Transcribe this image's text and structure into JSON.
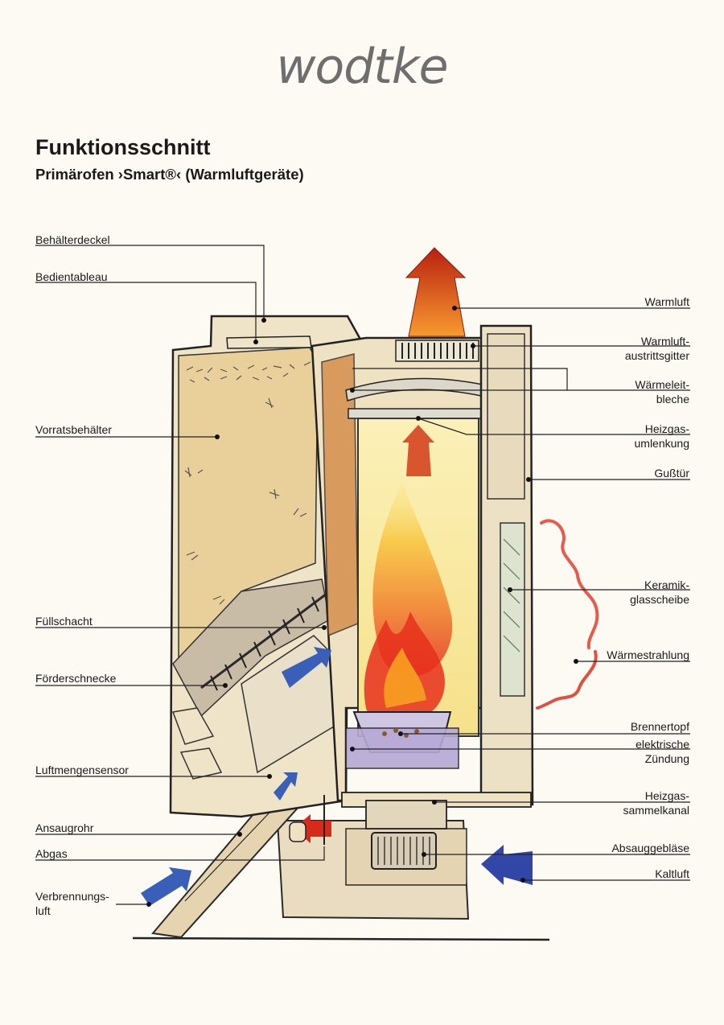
{
  "brand": "wodtke",
  "heading": {
    "title": "Funktionsschnitt",
    "subtitle": "Primärofen ›Smart®‹ (Warmluftgeräte)"
  },
  "labels_left": {
    "behaelterdeckel": "Behälterdeckel",
    "bedientableau": "Bedientableau",
    "vorratsbehaelter": "Vorratsbehälter",
    "fuellschacht": "Füllschacht",
    "foerderschnecke": "Förderschnecke",
    "luftmengensensor": "Luftmengensensor",
    "ansaugrohr": "Ansaugrohr",
    "abgas": "Abgas",
    "verbrennungsluft_1": "Verbrennungs-",
    "verbrennungsluft_2": "luft"
  },
  "labels_right": {
    "warmluft": "Warmluft",
    "austritt_1": "Warmluft-",
    "austritt_2": "austrittsgitter",
    "waermeleit_1": "Wärmeleit-",
    "waermeleit_2": "bleche",
    "umlenkung_1": "Heizgas-",
    "umlenkung_2": "umlenkung",
    "gusstuer": "Gußtür",
    "keramik_1": "Keramik-",
    "keramik_2": "glasscheibe",
    "waermestrahlung": "Wärmestrahlung",
    "brennertopf": "Brennertopf",
    "zuendung_1": "elektrische",
    "zuendung_2": "Zündung",
    "sammelkanal_1": "Heizgas-",
    "sammelkanal_2": "sammelkanal",
    "absauggeblaese": "Absauggebläse",
    "kaltluft": "Kaltluft"
  }
}
